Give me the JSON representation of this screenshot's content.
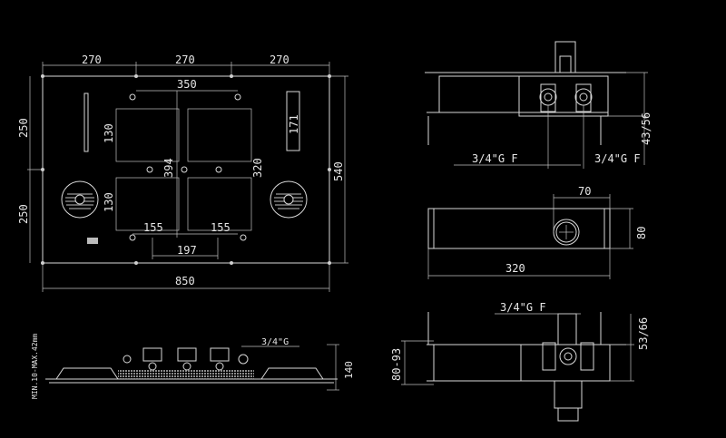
{
  "dimensions": {
    "top_left": "270",
    "top_mid": "270",
    "top_right": "270",
    "inner_width": "350",
    "height_upper": "250",
    "height_lower": "250",
    "panel_height": "130",
    "panel_height_lower": "130",
    "total_height": "540",
    "inner_height": "320",
    "center_height": "394",
    "slot_length": "171",
    "bottom_left": "155",
    "bottom_right": "155",
    "bottom_mid": "197",
    "total_width": "850",
    "side_thread_left": "3/4\"G F",
    "side_thread_right": "3/4\"G F",
    "side_depth": "43/56",
    "top_knob": "70",
    "top_height": "80",
    "top_width": "320",
    "front_thread": "3/4\"G F",
    "front_depth": "53/66",
    "front_wall": "80-93",
    "bottom_thread": "3/4\"G",
    "bottom_depth": "140",
    "bottom_note": "MIN.10-MAX.42mm"
  },
  "colors": {
    "background": "#000000",
    "line": "#d8d8d8"
  },
  "icons": [
    "shower-panel",
    "round-nozzle",
    "valve-body"
  ]
}
